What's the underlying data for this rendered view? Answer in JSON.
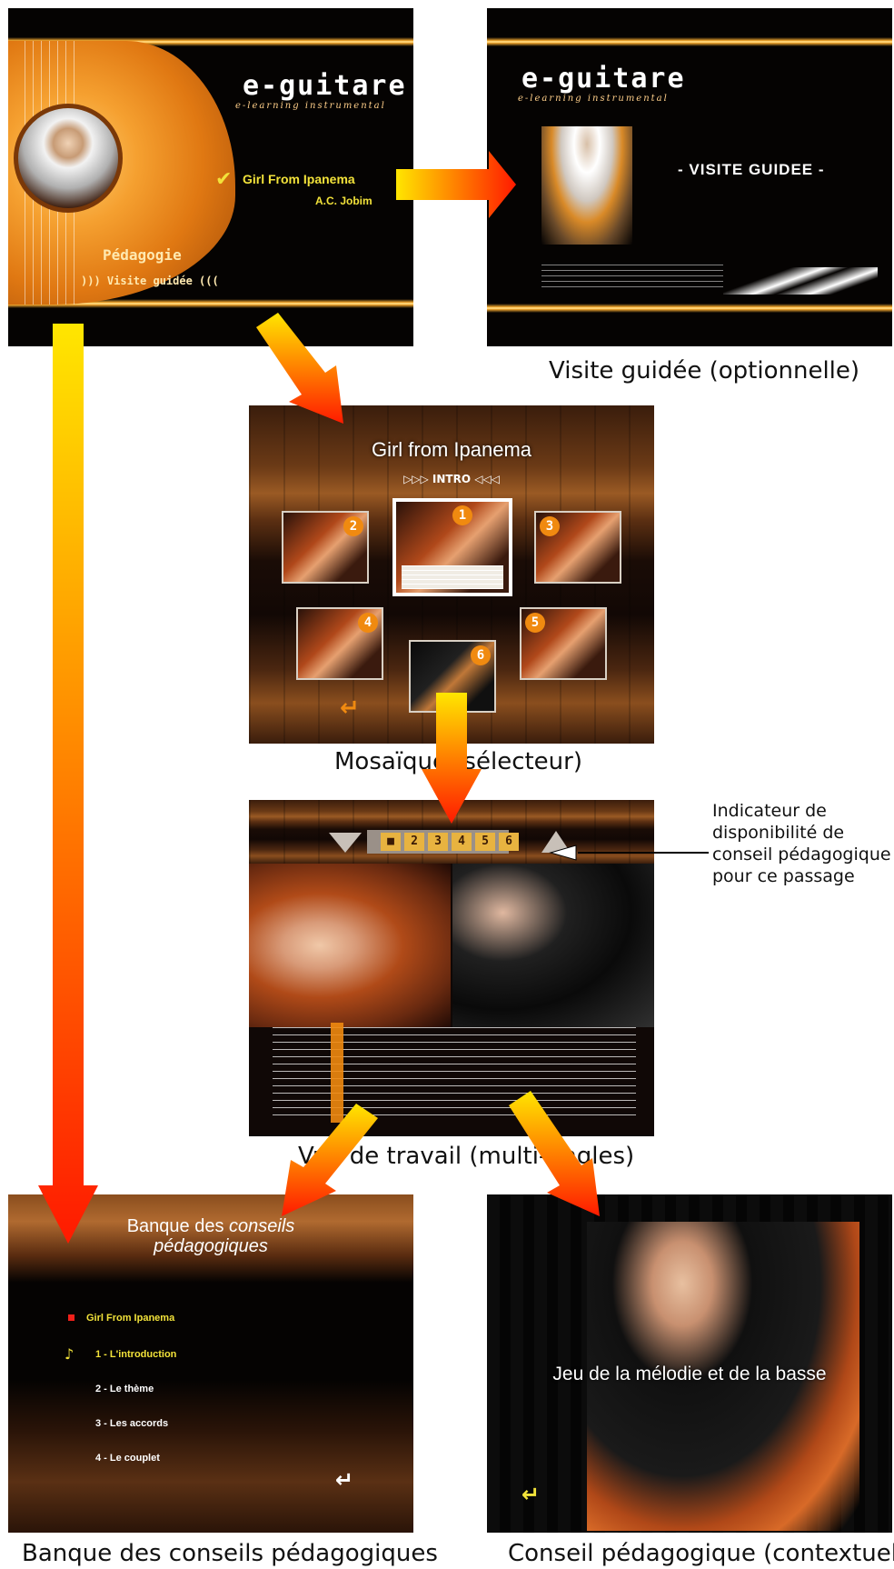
{
  "screens": {
    "menu": {
      "logo": "e-guitare",
      "logo_sub": "e-learning instrumental",
      "song_title": "Girl From Ipanema",
      "song_composer": "A.C. Jobim",
      "pedagogy": "Pédagogie",
      "tour_link": "))) Visite guidée (((",
      "check_icon": "check-icon"
    },
    "tour": {
      "logo": "e-guitare",
      "logo_sub": "e-learning instrumental",
      "title": "- VISITE GUIDEE -"
    },
    "mosaic": {
      "title": "Girl from Ipanema",
      "section": "▷▷▷  INTRO  ◁◁◁",
      "thumbs": [
        "1",
        "2",
        "3",
        "4",
        "5",
        "6"
      ],
      "back_icon": "return-arrow-icon"
    },
    "workview": {
      "tabs": [
        "2",
        "3",
        "4",
        "5",
        "6"
      ],
      "advice_indicator_icon": "advice-indicator-icon"
    },
    "bank": {
      "title_line1": "Banque des",
      "title_italic": "conseils",
      "title_line2": "pédagogiques",
      "song": "Girl From Ipanema",
      "items": [
        "1 - L'introduction",
        "2 - Le thème",
        "3 - Les accords",
        "4 - Le couplet"
      ],
      "back_icon": "return-arrow-icon"
    },
    "advice": {
      "overlay": "Jeu de la mélodie et de la basse",
      "back_icon": "return-arrow-icon"
    }
  },
  "captions": {
    "tour": "Visite guidée (optionnelle)",
    "mosaic": "Mosaïque (sélecteur)",
    "workview": "Vue de travail (multi-angles)",
    "bank": "Banque des conseils pédagogiques",
    "advice": "Conseil pédagogique (contextuel)"
  },
  "annotation": {
    "line1": "Indicateur de",
    "line2": "disponibilité de",
    "line3": "conseil pédagogique",
    "line4": "pour ce passage"
  },
  "colors": {
    "arrow_start": "#ffe600",
    "arrow_end": "#ff1a00",
    "menu_orange": "#f08a10",
    "highlight_yellow": "#f2e23a"
  }
}
